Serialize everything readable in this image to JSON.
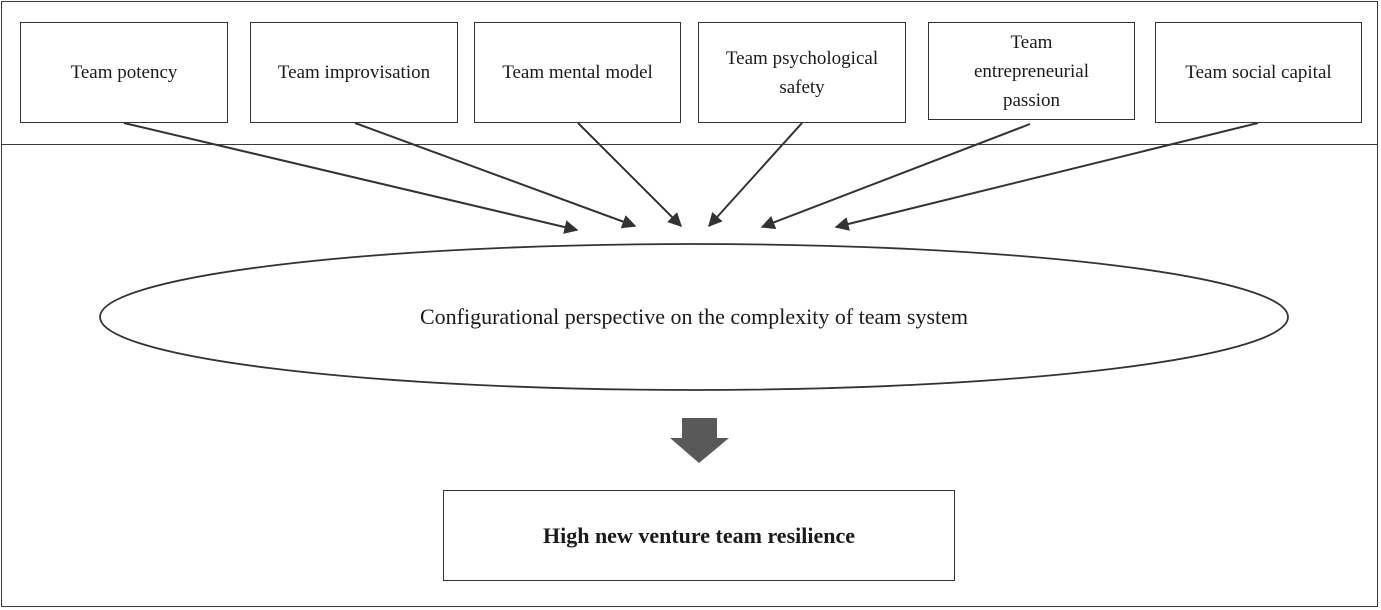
{
  "factors": [
    {
      "label": "Team potency"
    },
    {
      "label": "Team improvisation"
    },
    {
      "label": "Team mental model"
    },
    {
      "label": "Team psychological safety"
    },
    {
      "label": "Team entrepreneurial passion"
    },
    {
      "label": "Team social capital"
    }
  ],
  "center": {
    "label": "Configurational perspective on the complexity of team system"
  },
  "outcome": {
    "label": "High new venture team resilience"
  },
  "colors": {
    "stroke": "#333333",
    "block_arrow": "#595959"
  }
}
